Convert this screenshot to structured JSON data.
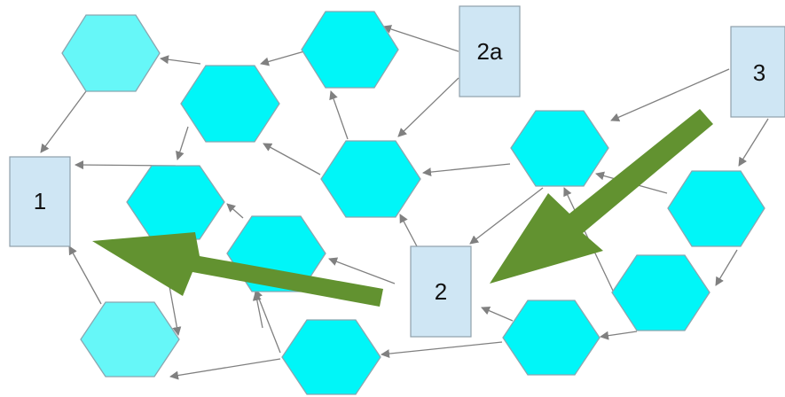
{
  "colors": {
    "hex_fill": "#00f6f8",
    "hex_fill_light": "#66f7f8",
    "hex_stroke": "#8aa6b0",
    "box_fill": "#cfe6f4",
    "box_stroke": "#8f9faa",
    "arrow": "#808080",
    "big_arrow": "#629230"
  },
  "boxes": {
    "box1": {
      "label": "1"
    },
    "box2": {
      "label": "2"
    },
    "box2a": {
      "label": "2a"
    },
    "box3": {
      "label": "3"
    }
  }
}
